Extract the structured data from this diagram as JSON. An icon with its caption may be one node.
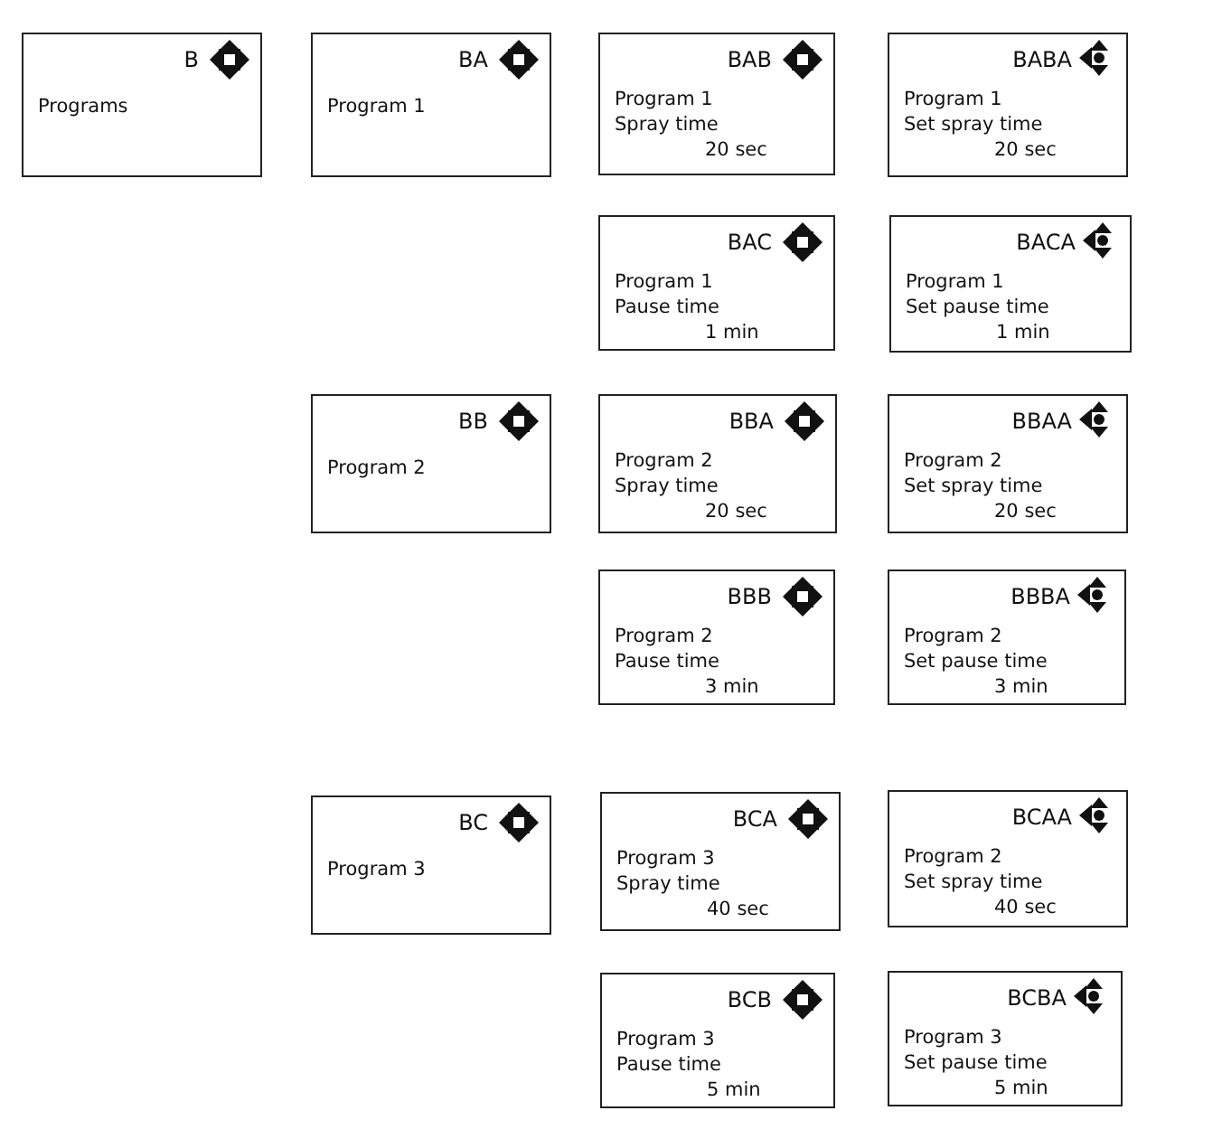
{
  "diagram": {
    "nodes": [
      {
        "text": [
          "B",
          "Programs"
        ]
      },
      {
        "text": [
          "BA",
          "Program 1"
        ]
      },
      {
        "text": [
          "BAB",
          "Program 1",
          "Spray time",
          "20 sec"
        ]
      },
      {
        "text": [
          "BABA",
          "Program 1",
          "Set spray time",
          "20 sec"
        ]
      },
      {
        "text": [
          "BAC",
          "Program 1",
          "Pause time",
          "1 min"
        ]
      },
      {
        "text": [
          "BACA",
          "Program 1",
          "Set pause time",
          "1 min"
        ]
      },
      {
        "text": [
          "BB",
          "Program 2"
        ]
      },
      {
        "text": [
          "BBA",
          "Program 2",
          "Spray time",
          "20 sec"
        ]
      },
      {
        "text": [
          "BBAA",
          "Program 2",
          "Set spray time",
          "20 sec"
        ]
      },
      {
        "text": [
          "BBB",
          "Program 2",
          "Pause time",
          "3 min"
        ]
      },
      {
        "text": [
          "BBBA",
          "Program 2",
          "Set pause time",
          "3 min"
        ]
      },
      {
        "text": [
          "BC",
          "Program 3"
        ]
      },
      {
        "text": [
          "BCA",
          "Program 3",
          "Spray time",
          "40 sec"
        ]
      },
      {
        "text": [
          "BCAA",
          "Program 2",
          "Set spray time",
          "40 sec"
        ]
      },
      {
        "text": [
          "BCB",
          "Program 3",
          "Pause time",
          "5 min"
        ]
      },
      {
        "text": [
          "BCBA",
          "Program 3",
          "Set pause time",
          "5 min"
        ]
      }
    ]
  }
}
